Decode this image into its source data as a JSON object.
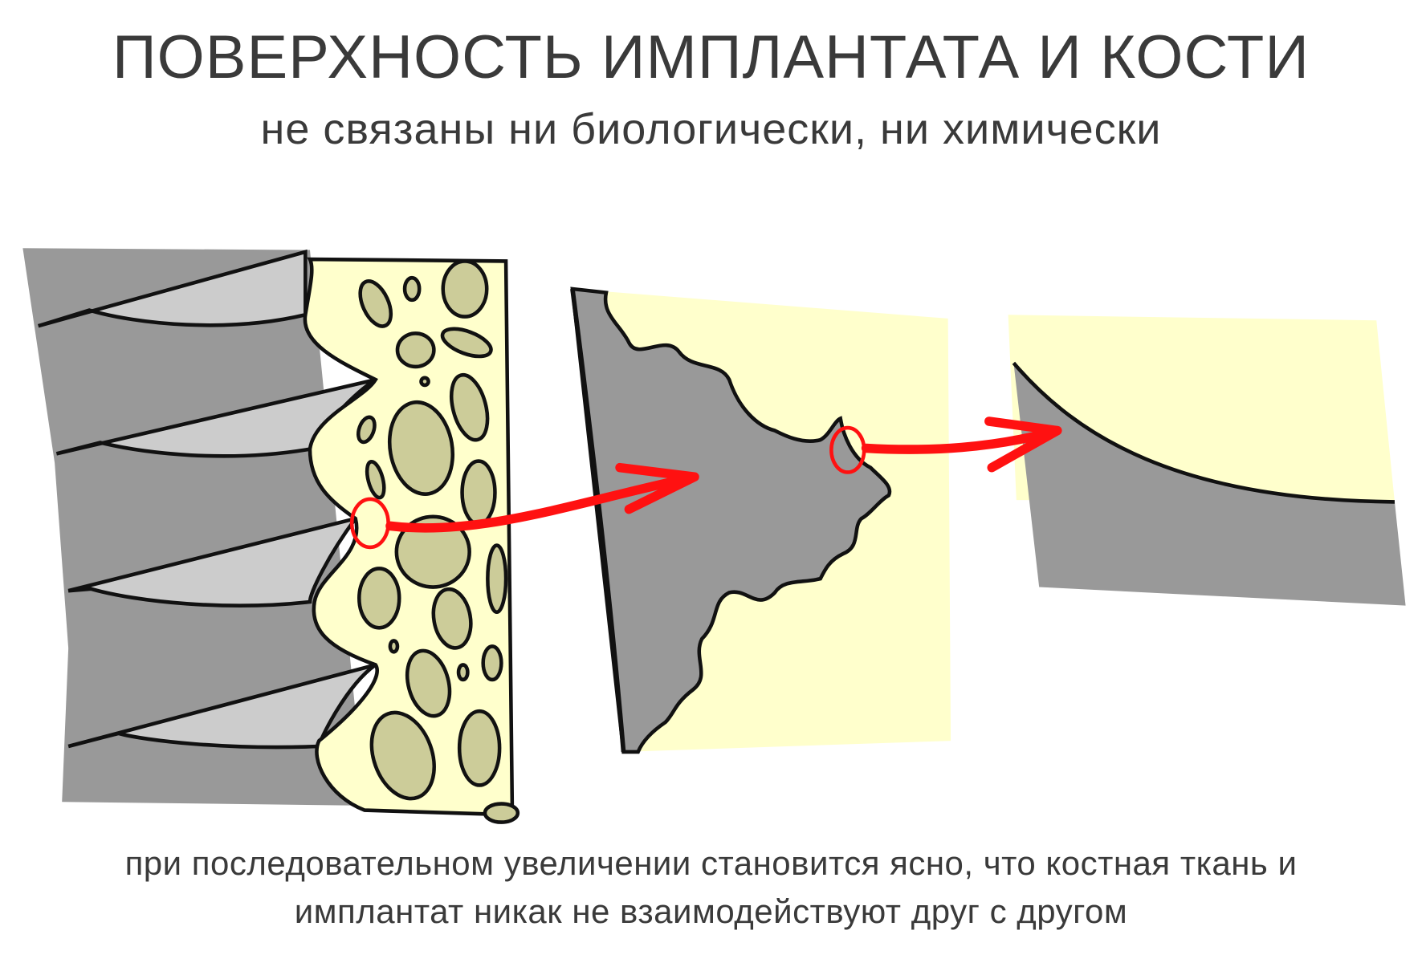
{
  "title": "ПОВЕРХНОСТЬ ИМПЛАНТАТА И КОСТИ",
  "subtitle": "не связаны ни биологически, ни химически",
  "caption": {
    "line1": "при последовательном увеличении становится ясно, что костная ткань и",
    "line2": "имплантат никак не взаимодействуют друг с другом"
  },
  "colors": {
    "implant": "#999999",
    "thread_light": "#cccccc",
    "bone": "#ffffcc",
    "trabecula": "#cccc99",
    "arrow": "#ff1111",
    "outline": "#111111"
  }
}
